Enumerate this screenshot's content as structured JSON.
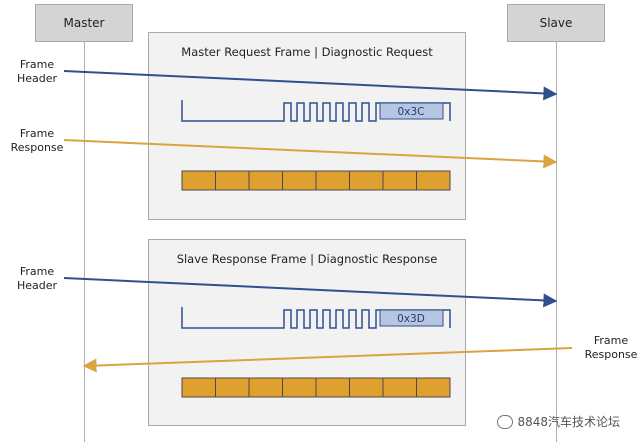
{
  "nodes": {
    "master": "Master",
    "slave": "Slave"
  },
  "request": {
    "title": "Master Request Frame | Diagnostic Request",
    "header_label_1": "Frame",
    "header_label_2": "Header",
    "response_label_1": "Frame",
    "response_label_2": "Response",
    "pid": "0x3C"
  },
  "response": {
    "title": "Slave Response Frame | Diagnostic Response",
    "header_label_1": "Frame",
    "header_label_2": "Header",
    "response_label_1": "Frame",
    "response_label_2": "Response",
    "pid": "0x3D"
  },
  "data_bytes": 8,
  "colors": {
    "header_arrow": "#2f4f8f",
    "response_arrow": "#d9a441",
    "data_fill": "#e0a030",
    "pid_fill": "#b7c6e0"
  },
  "watermark": "8848汽车技术论坛"
}
